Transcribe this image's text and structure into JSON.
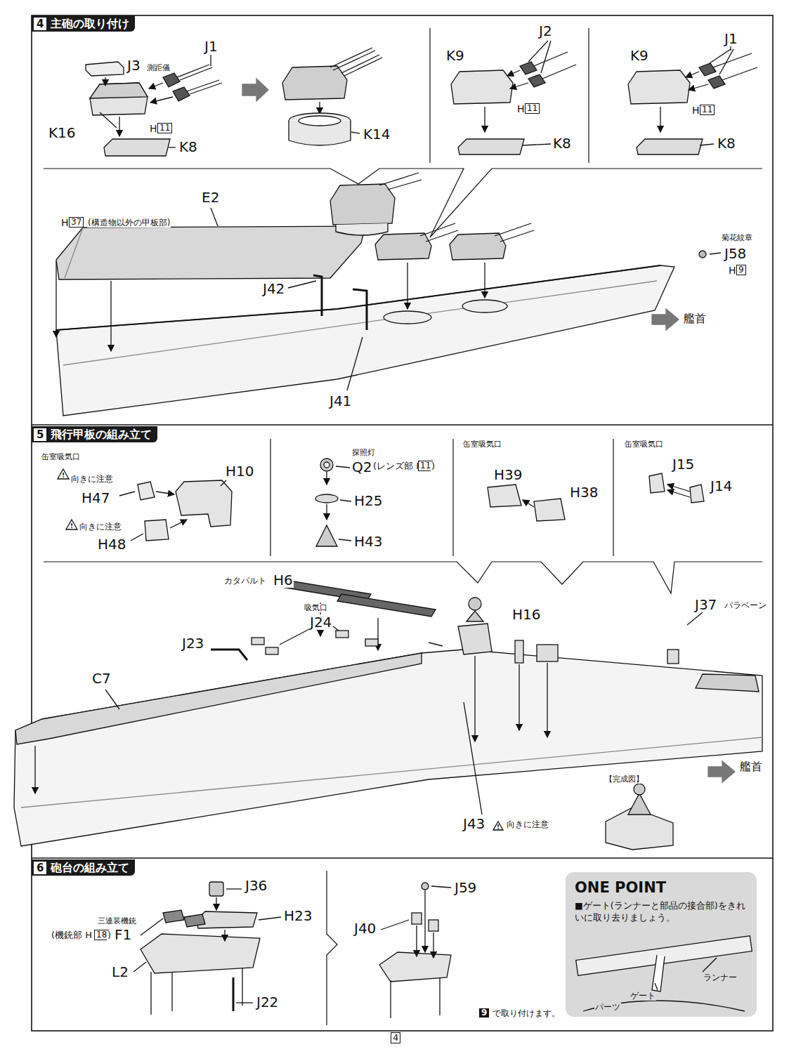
{
  "diagram": {
    "nodes": [
      {
        "text": [
          "4",
          "主砲の取り付け"
        ]
      },
      {
        "text": [
          "5",
          "飛行甲板の組み立て"
        ]
      },
      {
        "text": [
          "6",
          "砲台の組み立て"
        ]
      },
      {
        "text": [
          "ONE POINT",
          "■ゲート(ランナーと部品の接合部)をきれいに取り去りましょう。"
        ]
      }
    ],
    "labels": [
      "J3",
      "測距儀",
      "J1",
      "K16",
      "H",
      "11",
      "K8",
      "K14",
      "J2",
      "K9",
      "H",
      "11",
      "K8",
      "K9",
      "J1",
      "H",
      "11",
      "K8",
      "E2",
      "H",
      "37",
      "(構造物以外の甲板部)",
      "J42",
      "J41",
      "菊花紋章",
      "J58",
      "H",
      "9",
      "艦首",
      "缶室吸気口",
      "向きに注意",
      "H47",
      "H10",
      "向きに注意",
      "H48",
      "探照灯",
      "Q2",
      "(レンズ部 H",
      "11",
      ")",
      "H25",
      "H43",
      "缶室吸気口",
      "H39",
      "H38",
      "缶室吸気口",
      "J15",
      "J14",
      "カタパルト",
      "H6",
      "吸気口",
      "J24",
      "J23",
      "C7",
      "H16",
      "J37",
      "パラベーン",
      "艦首",
      "【完成図】",
      "J43",
      "向きに注意",
      "J36",
      "H23",
      "三連装機銃",
      "(機銃部 H",
      "18",
      ")",
      "F1",
      "L2",
      "J22",
      "J59",
      "J40",
      "9",
      "で取り付けます。",
      "ランナー",
      "ゲート",
      "パーツ",
      "4"
    ]
  }
}
